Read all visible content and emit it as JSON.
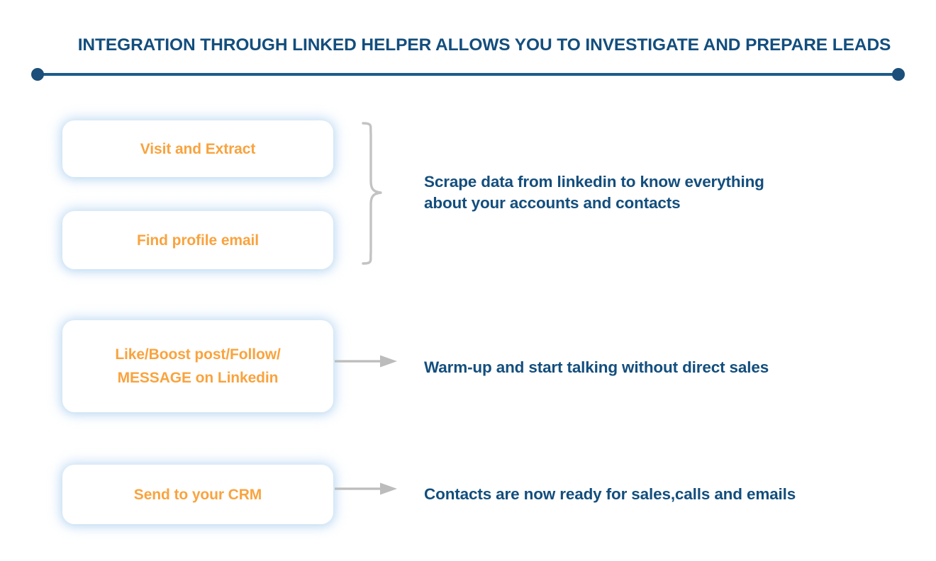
{
  "header": {
    "title": "INTEGRATION THROUGH LINKED HELPER ALLOWS YOU TO INVESTIGATE AND PREPARE LEADS"
  },
  "colors": {
    "navy": "#134e7d",
    "rule_navy": "#1c4f79",
    "orange": "#f9a33e",
    "connector_gray": "#bcbcbc",
    "card_glow_blue": "#8cbeeb",
    "background": "#ffffff"
  },
  "cards": [
    {
      "label": "Visit and Extract"
    },
    {
      "label": "Find profile email"
    },
    {
      "label": "Like/Boost post/Follow/\nMESSAGE on Linkedin"
    },
    {
      "label": "Send to your CRM"
    }
  ],
  "descriptions": [
    {
      "text": "Scrape data from linkedin to know everything\nabout your accounts and contacts"
    },
    {
      "text": "Warm-up and start talking without direct sales"
    },
    {
      "text": "Contacts are now ready for sales,calls and emails"
    }
  ],
  "connectors": [
    {
      "type": "curly-brace",
      "groups": [
        "Visit and Extract",
        "Find profile email"
      ]
    },
    {
      "type": "arrow"
    },
    {
      "type": "arrow"
    }
  ]
}
